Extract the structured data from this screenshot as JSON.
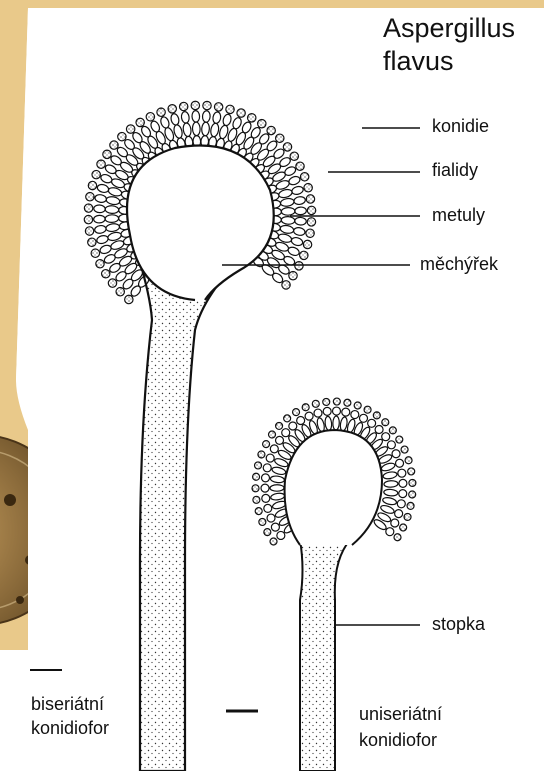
{
  "title_line1": "Aspergillus",
  "title_line2": "flavus",
  "labels": {
    "konidie": "konidie",
    "fialidy": "fialidy",
    "metuly": "metuly",
    "mechyrek": "měchýřek",
    "stopka": "stopka"
  },
  "captions": {
    "biseriate_line1": "biseriátní",
    "biseriate_line2": "konidiofor",
    "uniseriate_line1": "uniseriátní",
    "uniseriate_line2": "konidiofor"
  },
  "colors": {
    "background_paper": "#e9c98a",
    "panel": "#ffffff",
    "ink": "#111111",
    "petri_dish": "#8a6a3a"
  }
}
